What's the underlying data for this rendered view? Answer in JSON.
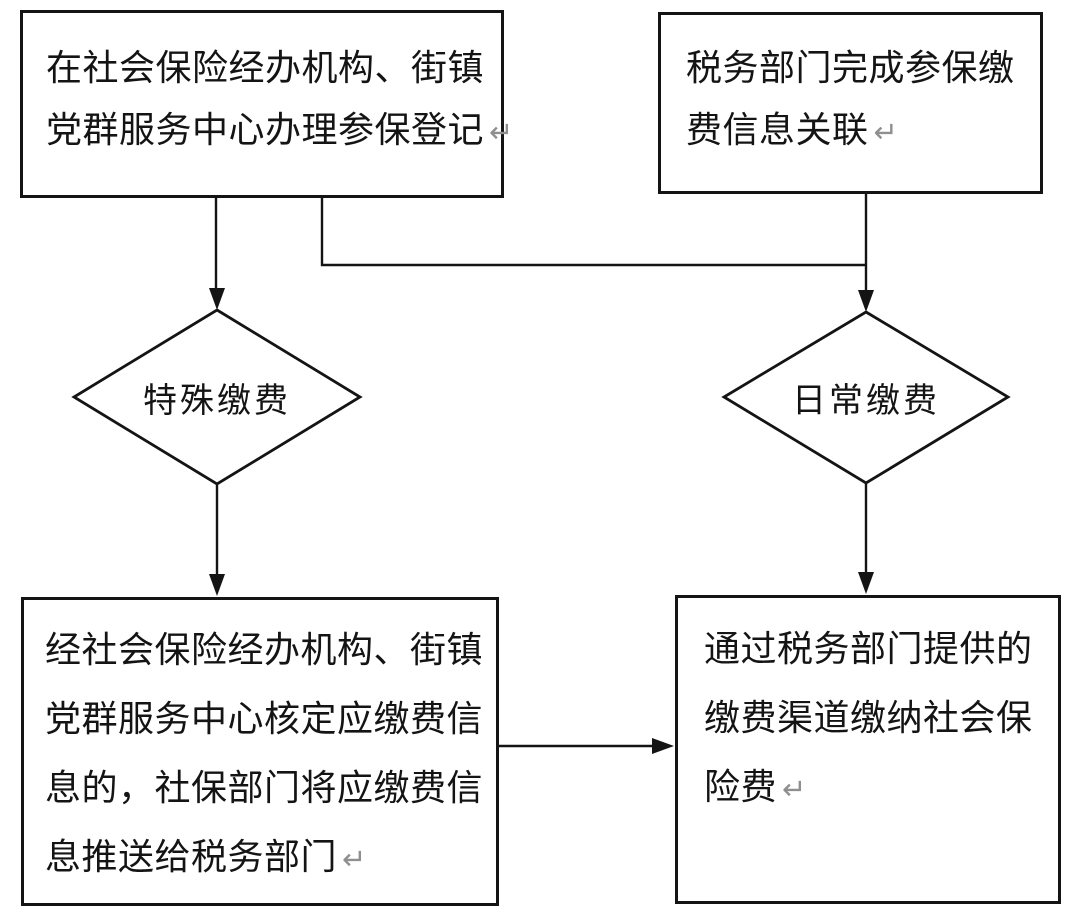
{
  "flowchart": {
    "background_color": "#ffffff",
    "stroke_color": "#141414",
    "text_color": "#141414",
    "return_mark": "↵",
    "return_mark_color": "#8f8f8f",
    "nodes": {
      "register": {
        "type": "process",
        "lines": [
          "在社会保险经办机构、街镇",
          "党群服务中心办理参保登记"
        ]
      },
      "tax_link": {
        "type": "process",
        "lines": [
          "税务部门完成参保缴",
          "费信息关联"
        ]
      },
      "special_payment": {
        "type": "decision",
        "label": "特殊缴费"
      },
      "daily_payment": {
        "type": "decision",
        "label": "日常缴费"
      },
      "verify_push": {
        "type": "process",
        "lines": [
          "经社会保险经办机构、街镇",
          "党群服务中心核定应缴费信",
          "息的，社保部门将应缴费信",
          "息推送给税务部门"
        ]
      },
      "pay_channel": {
        "type": "process",
        "lines": [
          "通过税务部门提供的",
          "缴费渠道缴纳社会保",
          "险费"
        ]
      }
    },
    "edges": [
      {
        "from": "register",
        "to": "special_payment"
      },
      {
        "from": "register",
        "to": "daily_payment"
      },
      {
        "from": "tax_link",
        "to": "daily_payment"
      },
      {
        "from": "special_payment",
        "to": "verify_push"
      },
      {
        "from": "daily_payment",
        "to": "pay_channel"
      },
      {
        "from": "verify_push",
        "to": "pay_channel"
      }
    ]
  }
}
